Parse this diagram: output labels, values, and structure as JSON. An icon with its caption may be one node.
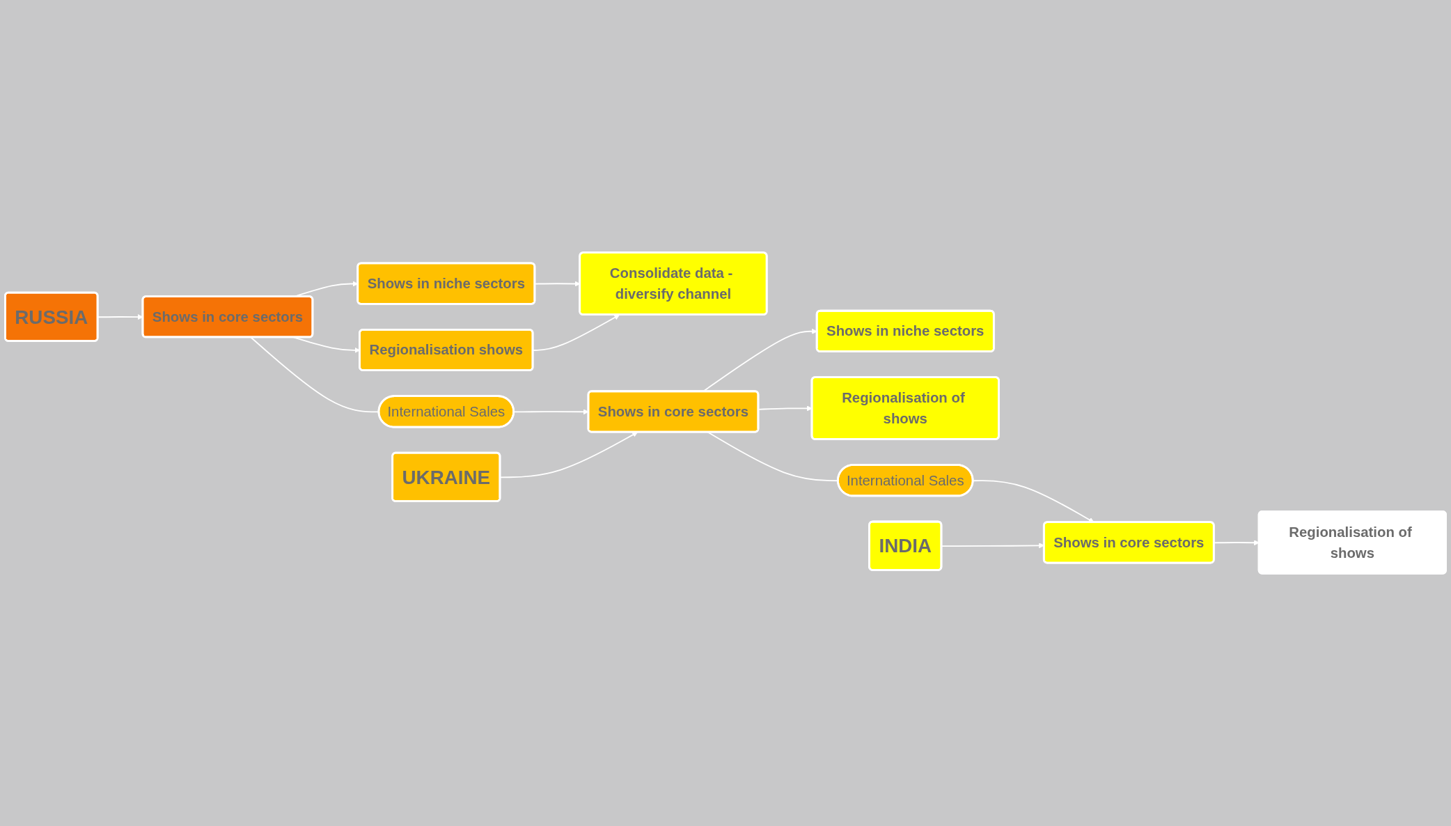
{
  "diagram": {
    "nodes": [
      {
        "text": [
          "RUSSIA"
        ]
      },
      {
        "text": [
          "Shows in core sectors"
        ]
      },
      {
        "text": [
          "Shows in niche sectors"
        ]
      },
      {
        "text": [
          "Regionalisation shows"
        ]
      },
      {
        "text": [
          "Consolidate data - diversify channel"
        ]
      },
      {
        "text": [
          "International Sales"
        ]
      },
      {
        "text": [
          "UKRAINE"
        ]
      },
      {
        "text": [
          "Shows in core sectors"
        ]
      },
      {
        "text": [
          "Shows in niche sectors"
        ]
      },
      {
        "text": [
          "Regionalisation of shows"
        ]
      },
      {
        "text": [
          "International Sales"
        ]
      },
      {
        "text": [
          "INDIA"
        ]
      },
      {
        "text": [
          "Shows in core sectors"
        ]
      },
      {
        "text": [
          "Regionalisation of shows"
        ]
      }
    ],
    "edges": [
      {
        "from": 0,
        "to": 1,
        "arrow": "to"
      },
      {
        "from": 1,
        "to": 2,
        "arrow": "to"
      },
      {
        "from": 1,
        "to": 3,
        "arrow": "to"
      },
      {
        "from": 2,
        "to": 4,
        "arrow": "to"
      },
      {
        "from": 3,
        "to": 4,
        "arrow": "to"
      },
      {
        "from": 1,
        "to": 5,
        "arrow": "none"
      },
      {
        "from": 5,
        "to": 7,
        "arrow": "to"
      },
      {
        "from": 6,
        "to": 7,
        "arrow": "to"
      },
      {
        "from": 7,
        "to": 8,
        "arrow": "to"
      },
      {
        "from": 7,
        "to": 9,
        "arrow": "to"
      },
      {
        "from": 7,
        "to": 10,
        "arrow": "none"
      },
      {
        "from": 10,
        "to": 12,
        "arrow": "to"
      },
      {
        "from": 11,
        "to": 12,
        "arrow": "to"
      },
      {
        "from": 12,
        "to": 13,
        "arrow": "to"
      }
    ]
  }
}
